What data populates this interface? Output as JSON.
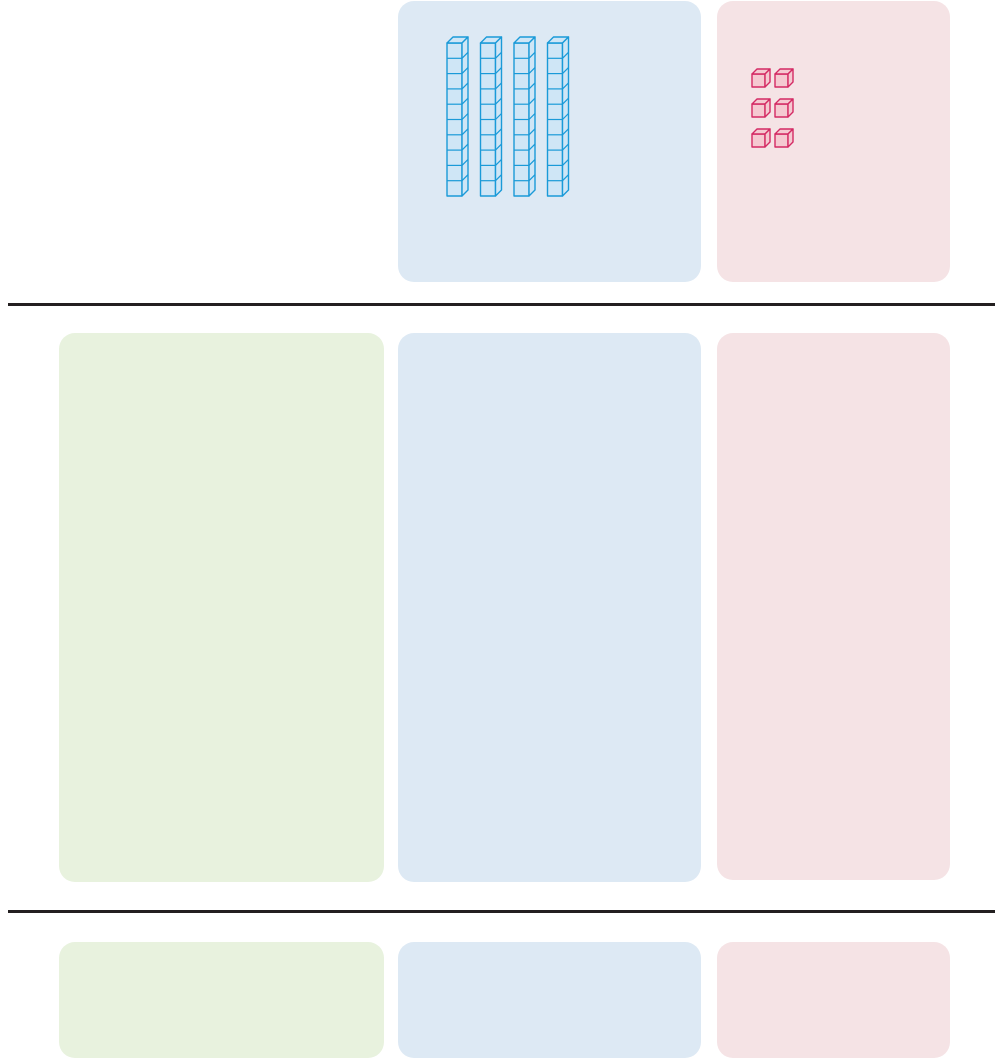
{
  "colors": {
    "hundreds_panel": "#e8f2de",
    "tens_panel": "#dde9f4",
    "ones_panel": "#f5e3e5",
    "rod_fill": "#cfe6f6",
    "rod_stroke": "#1a9ad8",
    "cube_fill": "#f5c9d1",
    "cube_stroke": "#d42a64",
    "divider": "#231f20"
  },
  "rows": [
    {
      "name": "top-row",
      "hundreds": 0,
      "tens": 4,
      "ones": 6
    },
    {
      "name": "middle-row",
      "hundreds": 0,
      "tens": 0,
      "ones": 0
    },
    {
      "name": "bottom-row",
      "hundreds": 0,
      "tens": 0,
      "ones": 0
    }
  ],
  "icons": {
    "ten_rod": "ten-rod-icon",
    "unit_cube": "unit-cube-icon"
  }
}
